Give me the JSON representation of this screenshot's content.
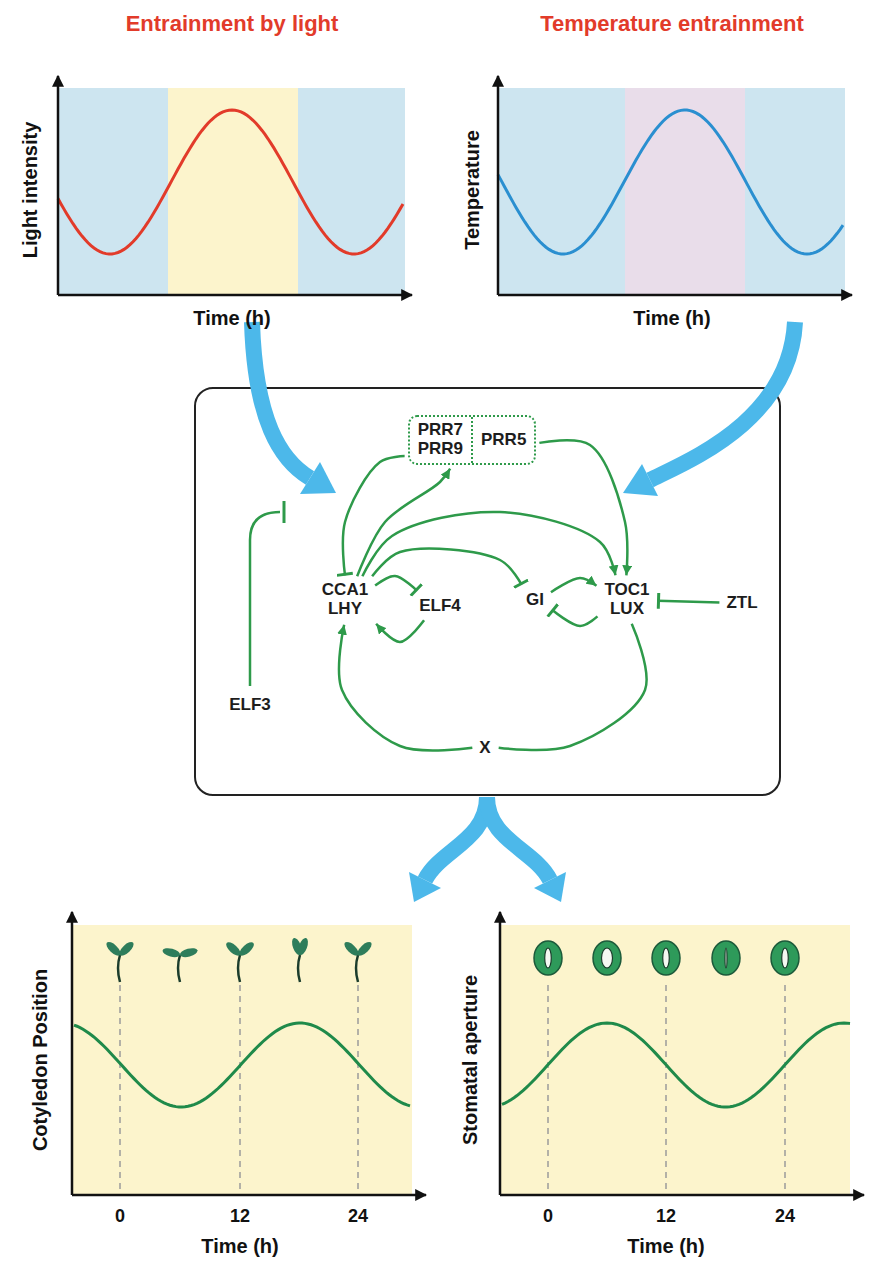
{
  "diagram": {
    "nodes": [
      {
        "text": [
          "PRR7 PRR9",
          "PRR5"
        ]
      },
      {
        "text": [
          "CCA1 LHY"
        ]
      },
      {
        "text": [
          "ELF4"
        ]
      },
      {
        "text": [
          "GI"
        ]
      },
      {
        "text": [
          "TOC1 LUX"
        ]
      },
      {
        "text": [
          "ZTL"
        ]
      },
      {
        "text": [
          "ELF3"
        ]
      },
      {
        "text": [
          "X"
        ]
      }
    ],
    "edges": [
      {
        "from": 1,
        "to": 0,
        "arrow": "to"
      },
      {
        "from": 0,
        "to": 1,
        "arrow": "to"
      },
      {
        "from": 0,
        "to": 4,
        "arrow": "to"
      },
      {
        "from": 1,
        "to": 4,
        "arrow": "to"
      },
      {
        "from": 1,
        "to": 2,
        "arrow": "to"
      },
      {
        "from": 2,
        "to": 1,
        "arrow": "to"
      },
      {
        "from": 1,
        "to": 3,
        "arrow": "to"
      },
      {
        "from": 3,
        "to": 4,
        "arrow": "to"
      },
      {
        "from": 4,
        "to": 3,
        "arrow": "to"
      },
      {
        "from": 5,
        "to": 4,
        "arrow": "to"
      },
      {
        "from": 4,
        "to": 7,
        "arrow": "none"
      },
      {
        "from": 7,
        "to": 1,
        "arrow": "to"
      }
    ],
    "labels": [
      "Entrainment by light",
      "Temperature entrainment",
      "Light intensity",
      "Time (h)",
      "Temperature",
      "Time (h)",
      "Cotyledon Position",
      "0",
      "12",
      "24",
      "Time (h)",
      "Stomatal aperture",
      "0",
      "12",
      "24",
      "Time (h)"
    ]
  }
}
